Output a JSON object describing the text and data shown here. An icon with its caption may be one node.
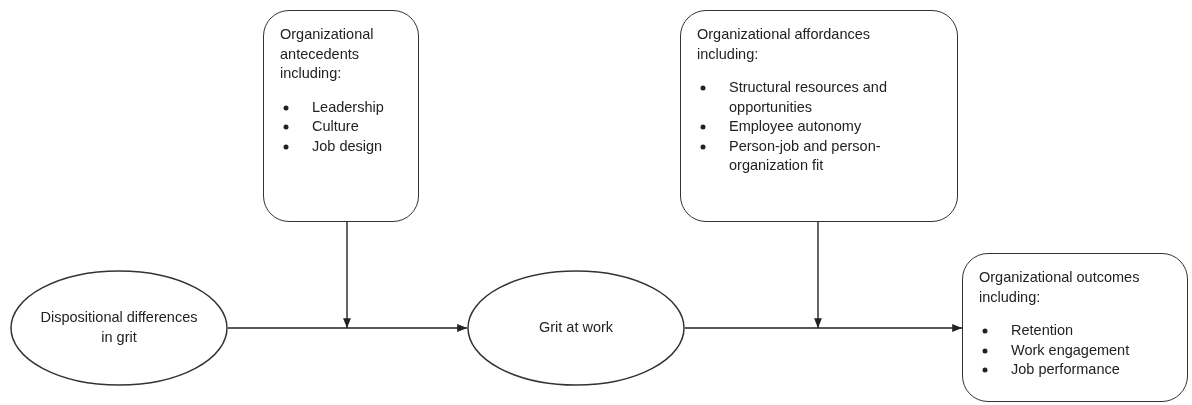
{
  "diagram": {
    "nodes": [
      {
        "text": [
          "Dispositional differences in grit"
        ]
      },
      {
        "text": [
          "Organizational antecedents including:",
          "Leadership",
          "Culture",
          "Job design"
        ]
      },
      {
        "text": [
          "Grit at work"
        ]
      },
      {
        "text": [
          "Organizational affordances including:",
          "Structural resources and opportunities",
          "Employee autonomy",
          "Person-job and person-organization fit"
        ]
      },
      {
        "text": [
          "Organizational outcomes including:",
          "Retention",
          "Work engagement",
          "Job performance"
        ]
      }
    ],
    "edges": [
      {
        "from": 0,
        "to": 2,
        "arrow": "to"
      },
      {
        "from": 2,
        "to": 4,
        "arrow": "to"
      },
      {
        "from": 1,
        "to": null,
        "arrow": "to"
      },
      {
        "from": 3,
        "to": null,
        "arrow": "to"
      }
    ]
  }
}
